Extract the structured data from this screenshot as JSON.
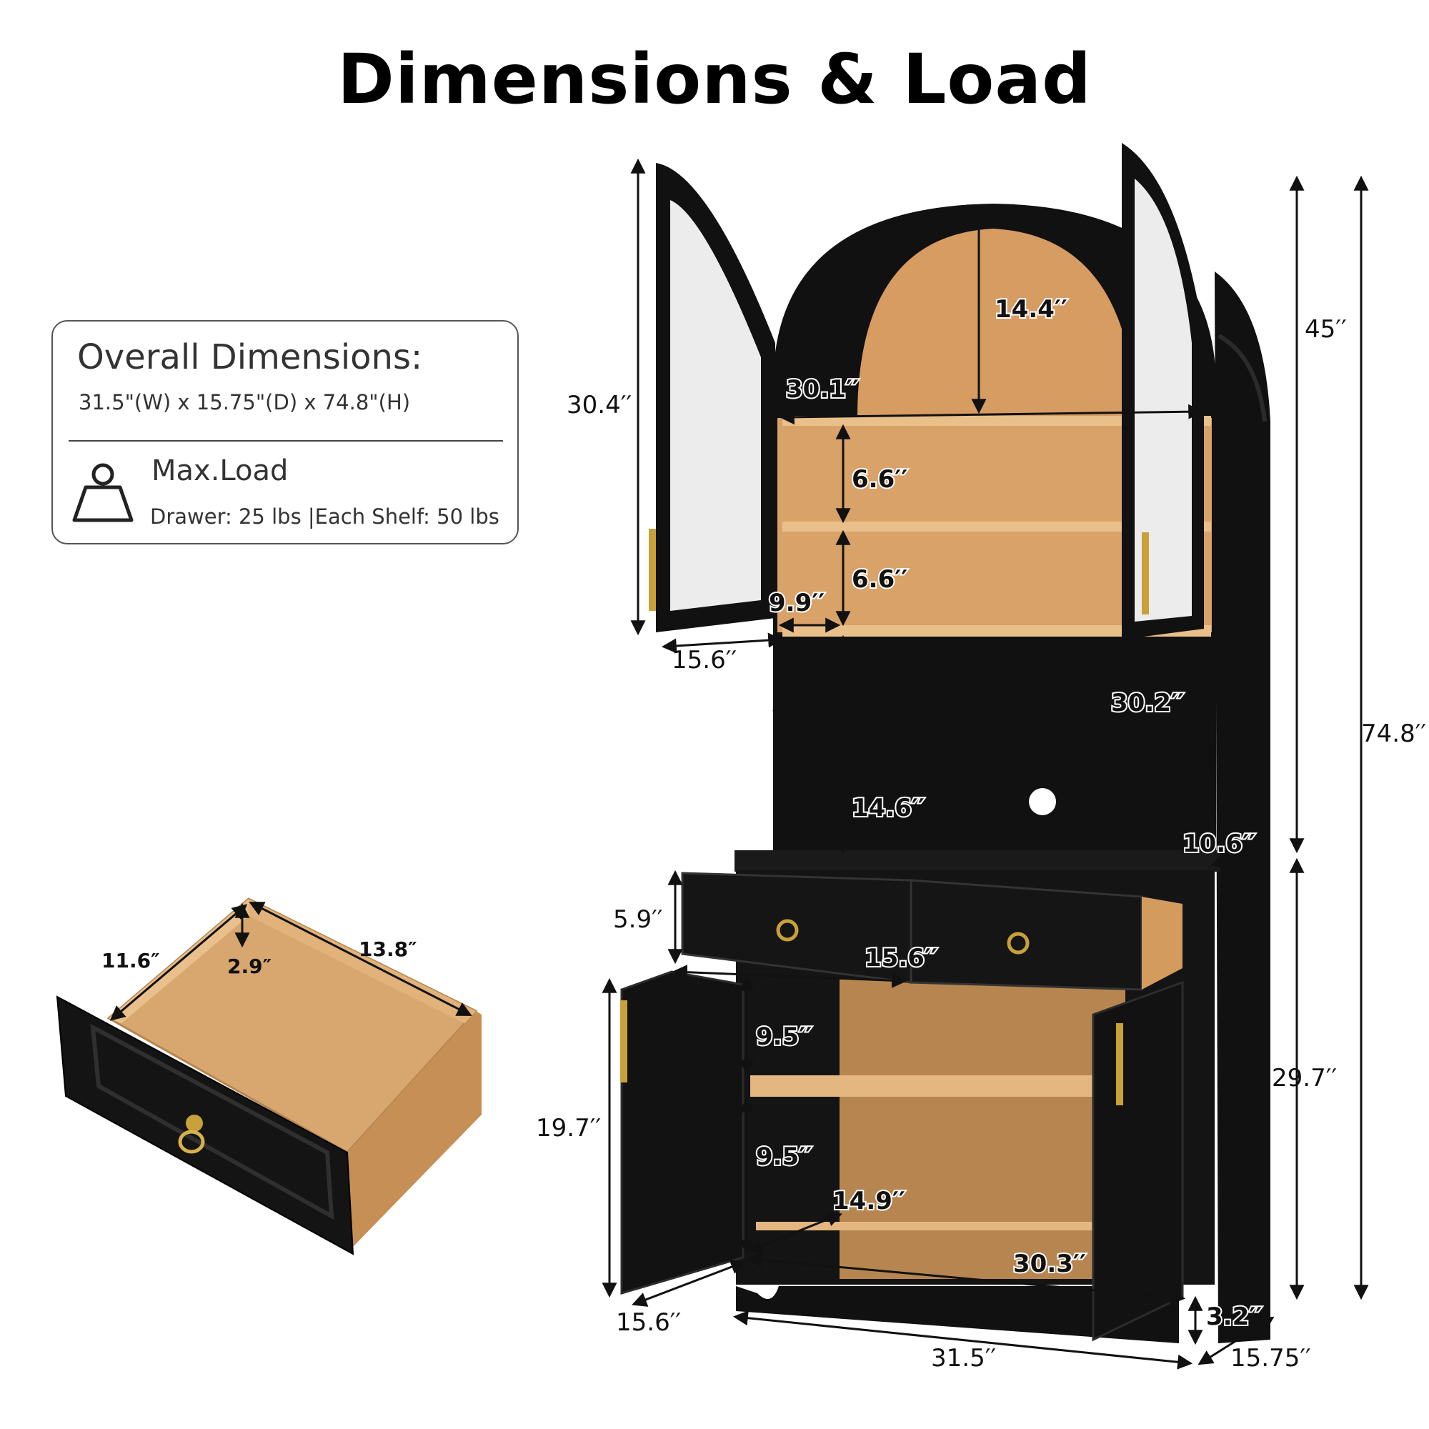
{
  "title": "Dimensions & Load",
  "info_card": {
    "heading": "Overall Dimensions:",
    "overall": "31.5\"(W) x 15.75\"(D) x 74.8\"(H)",
    "max_load_label": "Max.Load",
    "load_detail": "Drawer: 25 lbs |Each Shelf: 50 lbs",
    "icon": "weight-icon"
  },
  "dimensions": {
    "upper_door_height": "30.4′′",
    "upper_door_width": "15.6′′",
    "arch_height": "14.4′′",
    "top_shelf_width": "30.1′′",
    "shelf_gap_1": "6.6′′",
    "shelf_gap_2": "6.6′′",
    "upper_shelf_depth": "9.9′′",
    "open_width": "30.2′′",
    "open_height": "14.6′′",
    "counter_depth": "10.6′′",
    "hutch_height": "45′′",
    "total_height": "74.8′′",
    "base_height": "29.7′′",
    "drawer_front_height": "5.9′′",
    "drawer_front_width": "15.6′′",
    "lower_gap_1": "9.5′′",
    "lower_gap_2": "9.5′′",
    "lower_depth": "14.9′′",
    "lower_width": "30.3′′",
    "lower_door_height": "19.7′′",
    "lower_door_width": "15.6′′",
    "leg_height": "3.2′′",
    "overall_width": "31.5′′",
    "overall_depth": "15.75′′"
  },
  "drawer": {
    "width": "11.6″",
    "depth": "13.8″",
    "height": "2.9″"
  },
  "colors": {
    "cabinet": "#141414",
    "wood": "#d7a46c",
    "handle": "#c9a13a"
  }
}
